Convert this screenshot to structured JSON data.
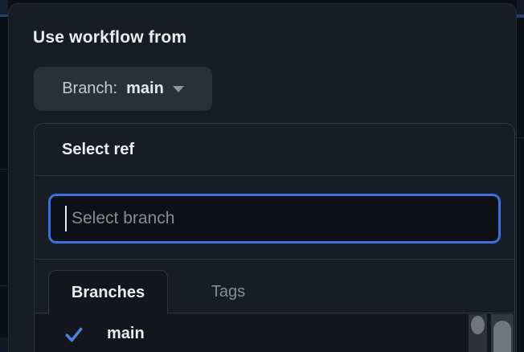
{
  "modal": {
    "title": "Use workflow from"
  },
  "branch_button": {
    "prefix": "Branch:",
    "value": "main"
  },
  "ref_selector": {
    "header": "Select ref",
    "filter": {
      "placeholder": "Select branch",
      "value": ""
    },
    "tabs": [
      {
        "label": "Branches",
        "active": true
      },
      {
        "label": "Tags",
        "active": false
      }
    ],
    "list": {
      "items": [
        {
          "label": "main",
          "selected": true
        }
      ]
    }
  },
  "icons": {
    "caret": "caret-down",
    "check": "check"
  },
  "colors": {
    "focus_blue": "#3c6fe3",
    "check_blue": "#4d82dd",
    "modal_bg": "#181c24",
    "input_bg": "#0d1016",
    "list_bg": "#13161d"
  }
}
